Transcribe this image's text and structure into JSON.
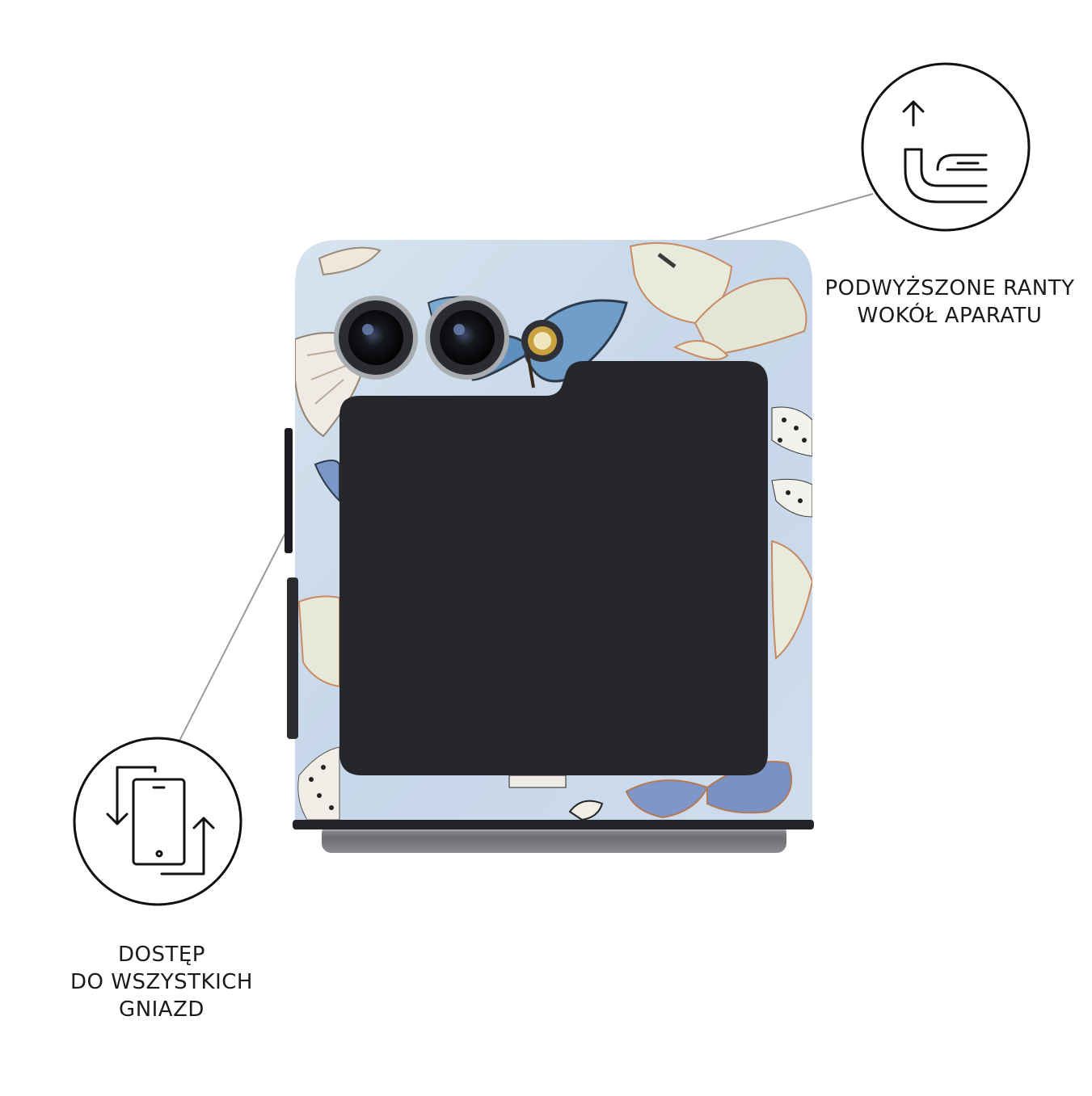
{
  "features": [
    {
      "icon": "raised-edge-camera-icon",
      "lines": [
        "PODWYŻSZONE RANTY",
        "WOKÓŁ APARATU"
      ]
    },
    {
      "icon": "phone-rotate-access-icon",
      "lines": [
        "DOSTĘP",
        "DO WSZYSTKICH",
        "GNIAZD"
      ]
    }
  ],
  "product": {
    "name": "phone-case",
    "pattern": "butterflies",
    "colors": {
      "case_base": "#c9d9ea",
      "cover_screen": "#25272a",
      "hinge": "#7d7f83",
      "callout_line": "#9a9a9a",
      "icon_stroke": "#111111"
    }
  }
}
